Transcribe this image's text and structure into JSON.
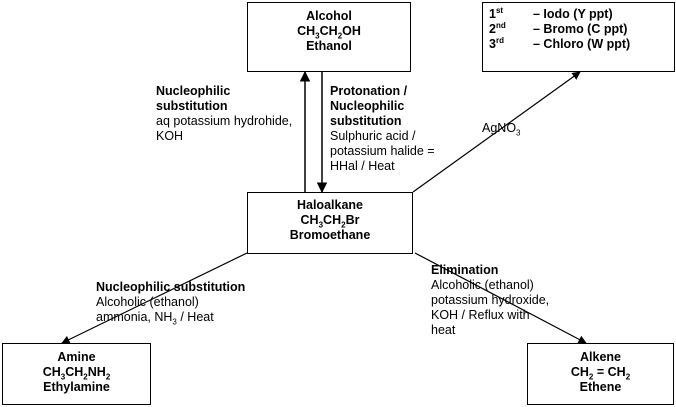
{
  "alcohol": {
    "name": "Alcohol",
    "formula_a": "CH",
    "formula_b": "3",
    "formula_c": "CH",
    "formula_d": "2",
    "formula_e": "OH",
    "common": "Ethanol"
  },
  "haloalkane": {
    "name": "Haloalkane",
    "formula_a": "CH",
    "formula_b": "3",
    "formula_c": "CH",
    "formula_d": "2",
    "formula_e": "Br",
    "common": "Bromoethane"
  },
  "amine": {
    "name": "Amine",
    "formula_a": "CH",
    "formula_b": "3",
    "formula_c": "CH",
    "formula_d": "2",
    "formula_e": "NH",
    "formula_f": "2",
    "common": "Ethylamine"
  },
  "alkene": {
    "name": "Alkene",
    "formula_a": "CH",
    "formula_b": "2",
    "formula_c": " = CH",
    "formula_d": "2",
    "common": "Ethene"
  },
  "silver_test": [
    {
      "num": "1",
      "sup": "st",
      "text": "– Iodo  (Y ppt)"
    },
    {
      "num": "2",
      "sup": "nd",
      "text": "– Bromo  (C ppt)"
    },
    {
      "num": "3",
      "sup": "rd",
      "text": "– Chloro  (W ppt)"
    }
  ],
  "reactions": {
    "to_alcohol": {
      "title_1": "Nucleophilic",
      "title_2": "substitution",
      "cond_1": "aq potassium hydrohide,",
      "cond_2": "KOH"
    },
    "to_haloalkane": {
      "title_1": "Protonation /",
      "title_2": "Nucleophilic",
      "title_3": "substitution",
      "cond_1": "Sulphuric acid /",
      "cond_2": "potassium halide =",
      "cond_3": "HHal / Heat"
    },
    "agno3": {
      "a": "AgNO",
      "b": "3"
    },
    "to_amine": {
      "title": "Nucleophilic substitution",
      "cond_1": "Alcoholic (ethanol)",
      "cond_2a": "ammonia, NH",
      "cond_2b": "3",
      "cond_2c": " / Heat"
    },
    "to_alkene": {
      "title": "Elimination",
      "cond_1": "Alcoholic (ethanol)",
      "cond_2": "potassium hydroxide,",
      "cond_3": "KOH / Reflux with",
      "cond_4": "heat"
    }
  }
}
